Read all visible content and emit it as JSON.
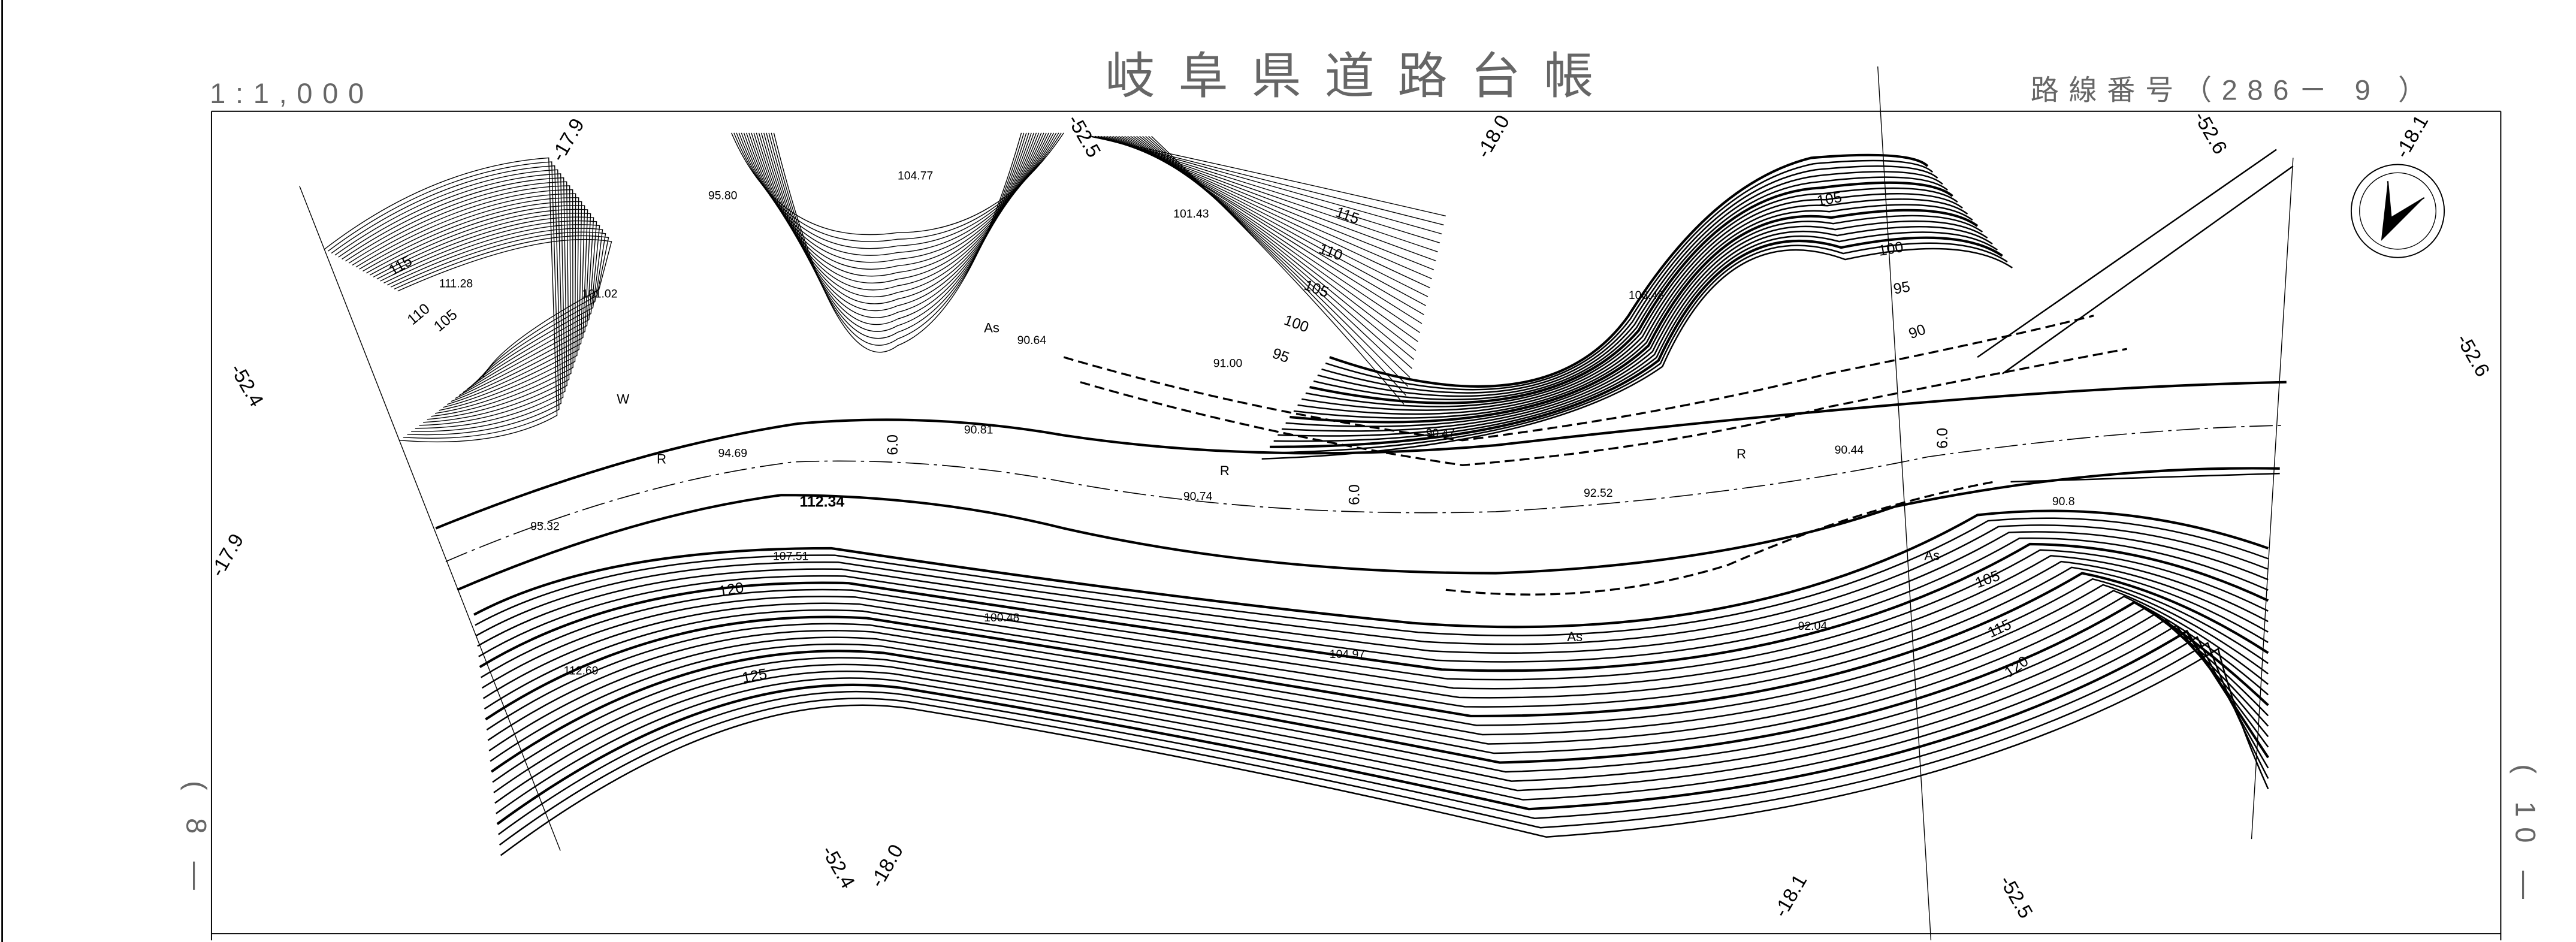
{
  "header": {
    "title": "岐阜県道路台帳",
    "scale": "1:1,000",
    "route_number": "路線番号（286－ 9 ）"
  },
  "sheet_neighbors": {
    "left": "( 8 —",
    "right": "( 10 —"
  },
  "grid_labels": [
    {
      "id": "t1",
      "text": "-17.9"
    },
    {
      "id": "t2",
      "text": "-52.5"
    },
    {
      "id": "t3",
      "text": "-18.0"
    },
    {
      "id": "t4",
      "text": "-52.6"
    },
    {
      "id": "t5",
      "text": "-18.1"
    },
    {
      "id": "l1",
      "text": "-52.4"
    },
    {
      "id": "r1",
      "text": "-52.6"
    },
    {
      "id": "l2",
      "text": "-17.9"
    },
    {
      "id": "b1",
      "text": "-52.4"
    },
    {
      "id": "b2",
      "text": "-18.0"
    },
    {
      "id": "b3",
      "text": "-18.1"
    },
    {
      "id": "b4",
      "text": "-52.5"
    }
  ],
  "elevations": [
    "104.77",
    "95.80",
    "101.43",
    "111.28",
    "101.02",
    "106.48",
    "90.64",
    "91.00",
    "90.81",
    "94.69",
    "90.47",
    "90.44",
    "90.74",
    "92.52",
    "95.32",
    "112.34",
    "107.51",
    "90.8",
    "100.48",
    "104.97",
    "92.04",
    "112.69"
  ],
  "contour_labels": [
    "115",
    "110",
    "105",
    "115",
    "110",
    "105",
    "100",
    "95",
    "105",
    "100",
    "95",
    "90",
    "120",
    "125",
    "105",
    "115",
    "120"
  ],
  "map_letters": [
    "W",
    "As",
    "R",
    "R",
    "R",
    "As",
    "As",
    "6.0",
    "6.0",
    "6.0"
  ],
  "compass": {
    "icon": "north-arrow-icon"
  }
}
